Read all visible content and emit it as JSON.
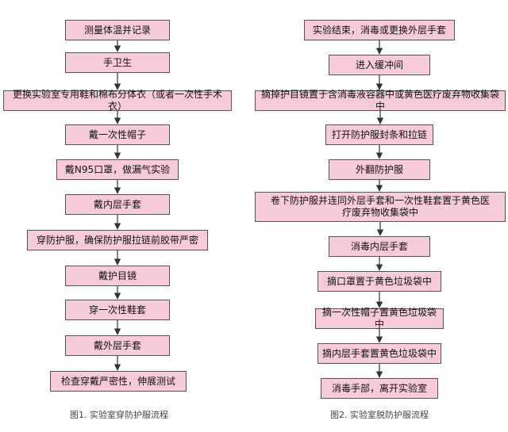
{
  "diagram": {
    "box_fill": "#f8cbd9",
    "box_border": "#555555",
    "arrow_color": "#333333",
    "left_flow": {
      "caption": "图1. 实验室穿防护服流程",
      "steps": [
        "测量体温并记录",
        "手卫生",
        "更换实验室专用鞋和棉布分体衣（或者一次性手术衣）",
        "戴一次性帽子",
        "戴N95口罩，做漏气实验",
        "戴内层手套",
        "穿防护服，确保防护服拉链前胶带严密",
        "戴护目镜",
        "穿一次性鞋套",
        "戴外层手套",
        "检查穿戴严密性，伸展测试"
      ]
    },
    "right_flow": {
      "caption": "图2. 实验室脱防护服流程",
      "steps": [
        "实验结束，消毒或更换外层手套",
        "进入缓冲间",
        "摘掉护目镜置于含消毒液容器中或黄色医疗废弃物收集袋中",
        "打开防护服封条和拉链",
        "外翻防护服",
        "卷下防护服并连同外层手套和一次性鞋套置于黄色医疗废弃物收集袋中",
        "消毒内层手套",
        "摘口罩置于黄色垃圾袋中",
        "摘一次性帽子置黄色垃圾袋中",
        "摘内层手套置黄色垃圾袋中",
        "消毒手部，离开实验室"
      ]
    }
  }
}
